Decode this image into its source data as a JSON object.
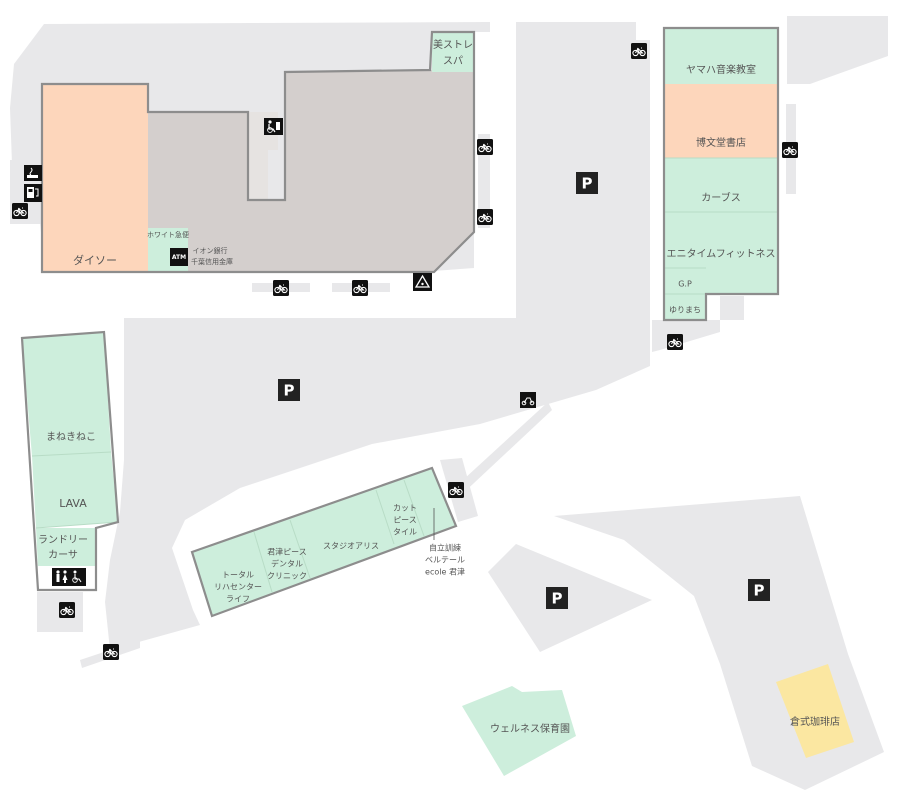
{
  "map": {
    "stores": {
      "daiso": "ダイソー",
      "white_kyubin": "ホワイト急便",
      "atm_badge": "ATM",
      "atm_line1": "イオン銀行",
      "atm_line2": "千葉信用金庫",
      "bisutore_line1": "美ストレ",
      "bisutore_line2": "スパ",
      "yamaha": "ヤマハ音楽教室",
      "hakubundo": "博文堂書店",
      "curves": "カーブス",
      "anytime": "エニタイムフィットネス",
      "gp": "G.P",
      "yurimachi": "ゆりまち",
      "maneki": "まねきねこ",
      "lava": "LAVA",
      "laundry_line1": "ランドリー",
      "laundry_line2": "カーサ",
      "total_line1": "トータル",
      "total_line2": "リハセンター",
      "total_line3": "ライフ",
      "kimitsu_line1": "君津ピース",
      "kimitsu_line2": "デンタル",
      "kimitsu_line3": "クリニック",
      "studio_alice": "スタジオアリス",
      "cut_line1": "カット",
      "cut_line2": "ピース",
      "cut_line3": "タイル",
      "jiritsu_line1": "自立訓練",
      "jiritsu_line2": "ベルテール",
      "jiritsu_line3": "ecole 君津",
      "wellness": "ウェルネス保育園",
      "kurashiki": "倉式珈琲店"
    },
    "parking_label": "P",
    "icons": [
      "bicycle-parking-icon",
      "smoking-area-icon",
      "charging-station-icon",
      "accessible-toilet-icon",
      "recycle-icon",
      "motorcycle-parking-icon",
      "restroom-icon"
    ],
    "colors": {
      "parking_lot": "#e8e8ea",
      "main_building": "#d4cfcd",
      "tenant_green": "#cdeedc",
      "tenant_orange": "#fdd6bb",
      "tenant_yellow": "#fbe7a1",
      "outline": "#8d8d8d"
    }
  }
}
